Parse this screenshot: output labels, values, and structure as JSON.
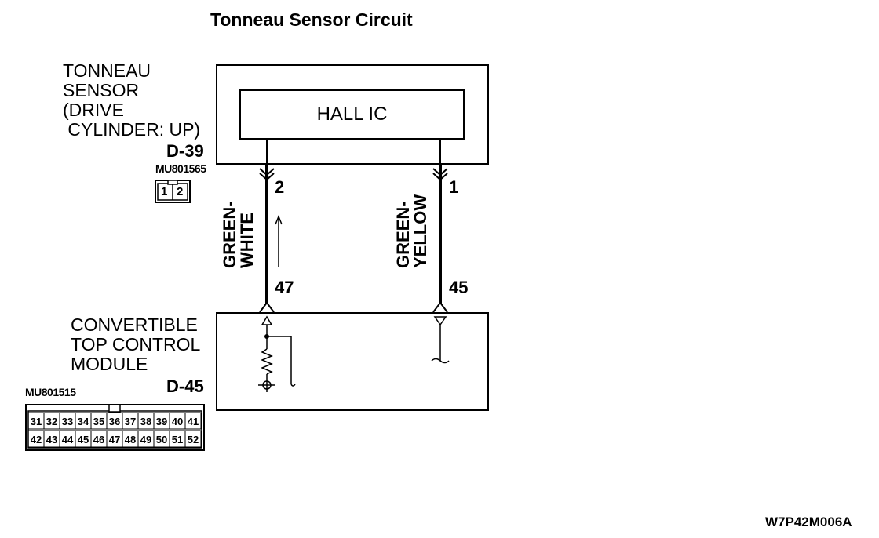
{
  "title": "Tonneau Sensor Circuit",
  "sensor": {
    "label": "TONNEAU\nSENSOR\n(DRIVE\n CYLINDER: UP)",
    "connector_id": "D-39",
    "part_number": "MU801565",
    "pins_shown": [
      "1",
      "2"
    ],
    "internal_component": "HALL IC"
  },
  "module": {
    "label": "CONVERTIBLE\nTOP CONTROL\nMODULE",
    "connector_id": "D-45",
    "part_number": "MU801515",
    "connector_row1": [
      "31",
      "32",
      "33",
      "34",
      "35",
      "36",
      "37",
      "38",
      "39",
      "40",
      "41"
    ],
    "connector_row2": [
      "42",
      "43",
      "44",
      "45",
      "46",
      "47",
      "48",
      "49",
      "50",
      "51",
      "52"
    ]
  },
  "wires": [
    {
      "color": "GREEN-\nWHITE",
      "sensor_pin": "2",
      "module_pin": "47"
    },
    {
      "color": "GREEN-\nYELLOW",
      "sensor_pin": "1",
      "module_pin": "45"
    }
  ],
  "diagram_code": "W7P42M006A"
}
